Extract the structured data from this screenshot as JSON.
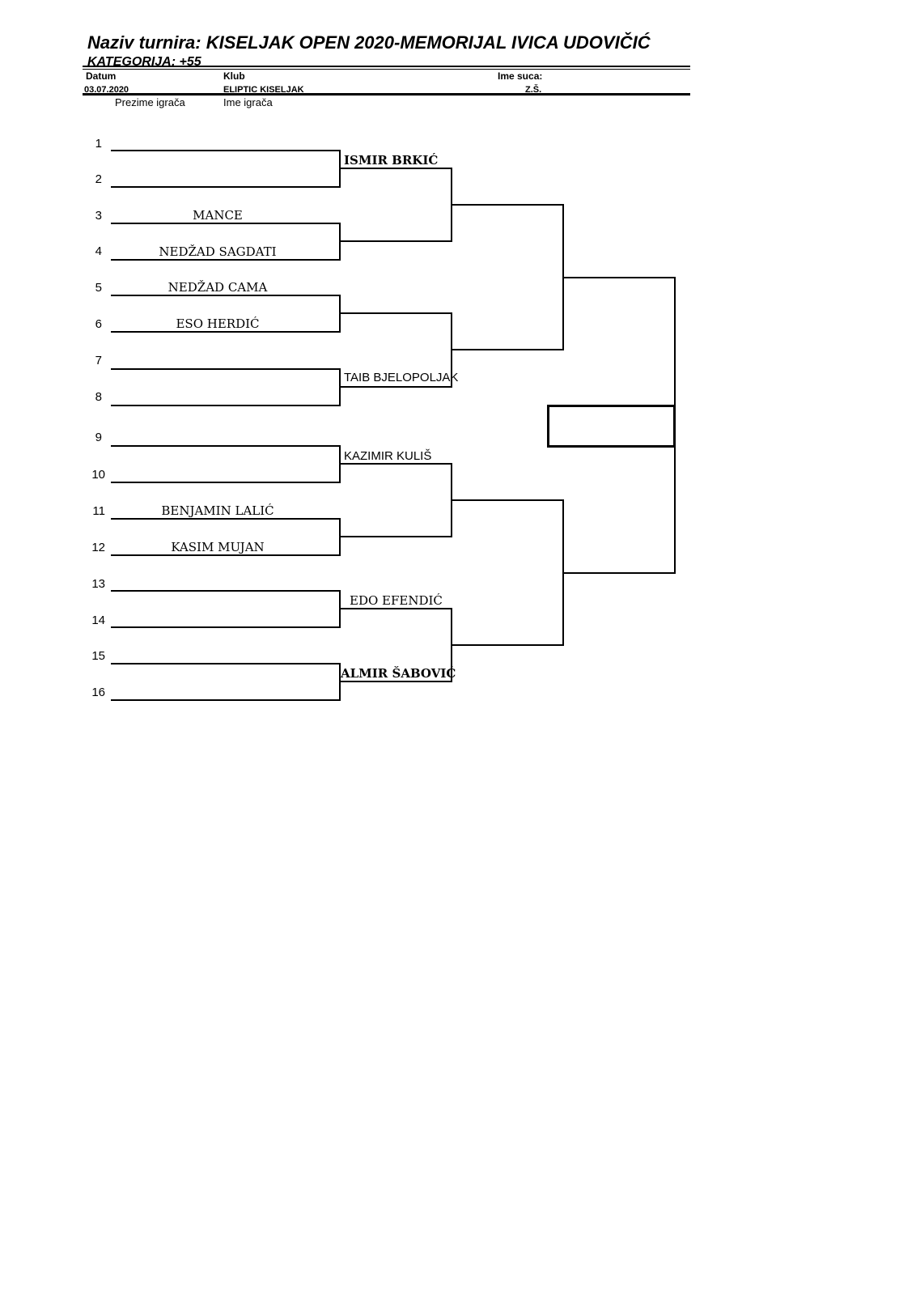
{
  "header": {
    "title": "Naziv turnira: KISELJAK OPEN 2020-MEMORIJAL IVICA UDOVIČIĆ",
    "category": "KATEGORIJA: +55",
    "date_label": "Datum",
    "date_value": "03.07.2020",
    "club_label": "Klub",
    "club_value": "ELIPTIC KISELJAK",
    "referee_label": "Ime suca:",
    "referee_value": "Z.Š.",
    "surname_label": "Prezime igrača",
    "name_label": "Ime igrača"
  },
  "slots": [
    {
      "seed": "1",
      "name": ""
    },
    {
      "seed": "2",
      "name": ""
    },
    {
      "seed": "3",
      "name": "MANCE"
    },
    {
      "seed": "4",
      "name": "NEDŽAD SAGDATI"
    },
    {
      "seed": "5",
      "name": "NEDŽAD CAMA"
    },
    {
      "seed": "6",
      "name": "ESO HERDIĆ"
    },
    {
      "seed": "7",
      "name": ""
    },
    {
      "seed": "8",
      "name": ""
    },
    {
      "seed": "9",
      "name": ""
    },
    {
      "seed": "10",
      "name": ""
    },
    {
      "seed": "11",
      "name": "BENJAMIN LALIĆ"
    },
    {
      "seed": "12",
      "name": "KASIM MUJAN"
    },
    {
      "seed": "13",
      "name": ""
    },
    {
      "seed": "14",
      "name": ""
    },
    {
      "seed": "15",
      "name": ""
    },
    {
      "seed": "16",
      "name": ""
    }
  ],
  "round2": [
    {
      "name": "ISMIR BRKIĆ"
    },
    {
      "name": ""
    },
    {
      "name": ""
    },
    {
      "name": "TAIB BJELOPOLJAK"
    },
    {
      "name": "KAZIMIR KULIŠ"
    },
    {
      "name": ""
    },
    {
      "name": "EDO EFENDIĆ"
    },
    {
      "name": "ALMIR ŠABOVIĆ"
    }
  ],
  "final_winner": ""
}
